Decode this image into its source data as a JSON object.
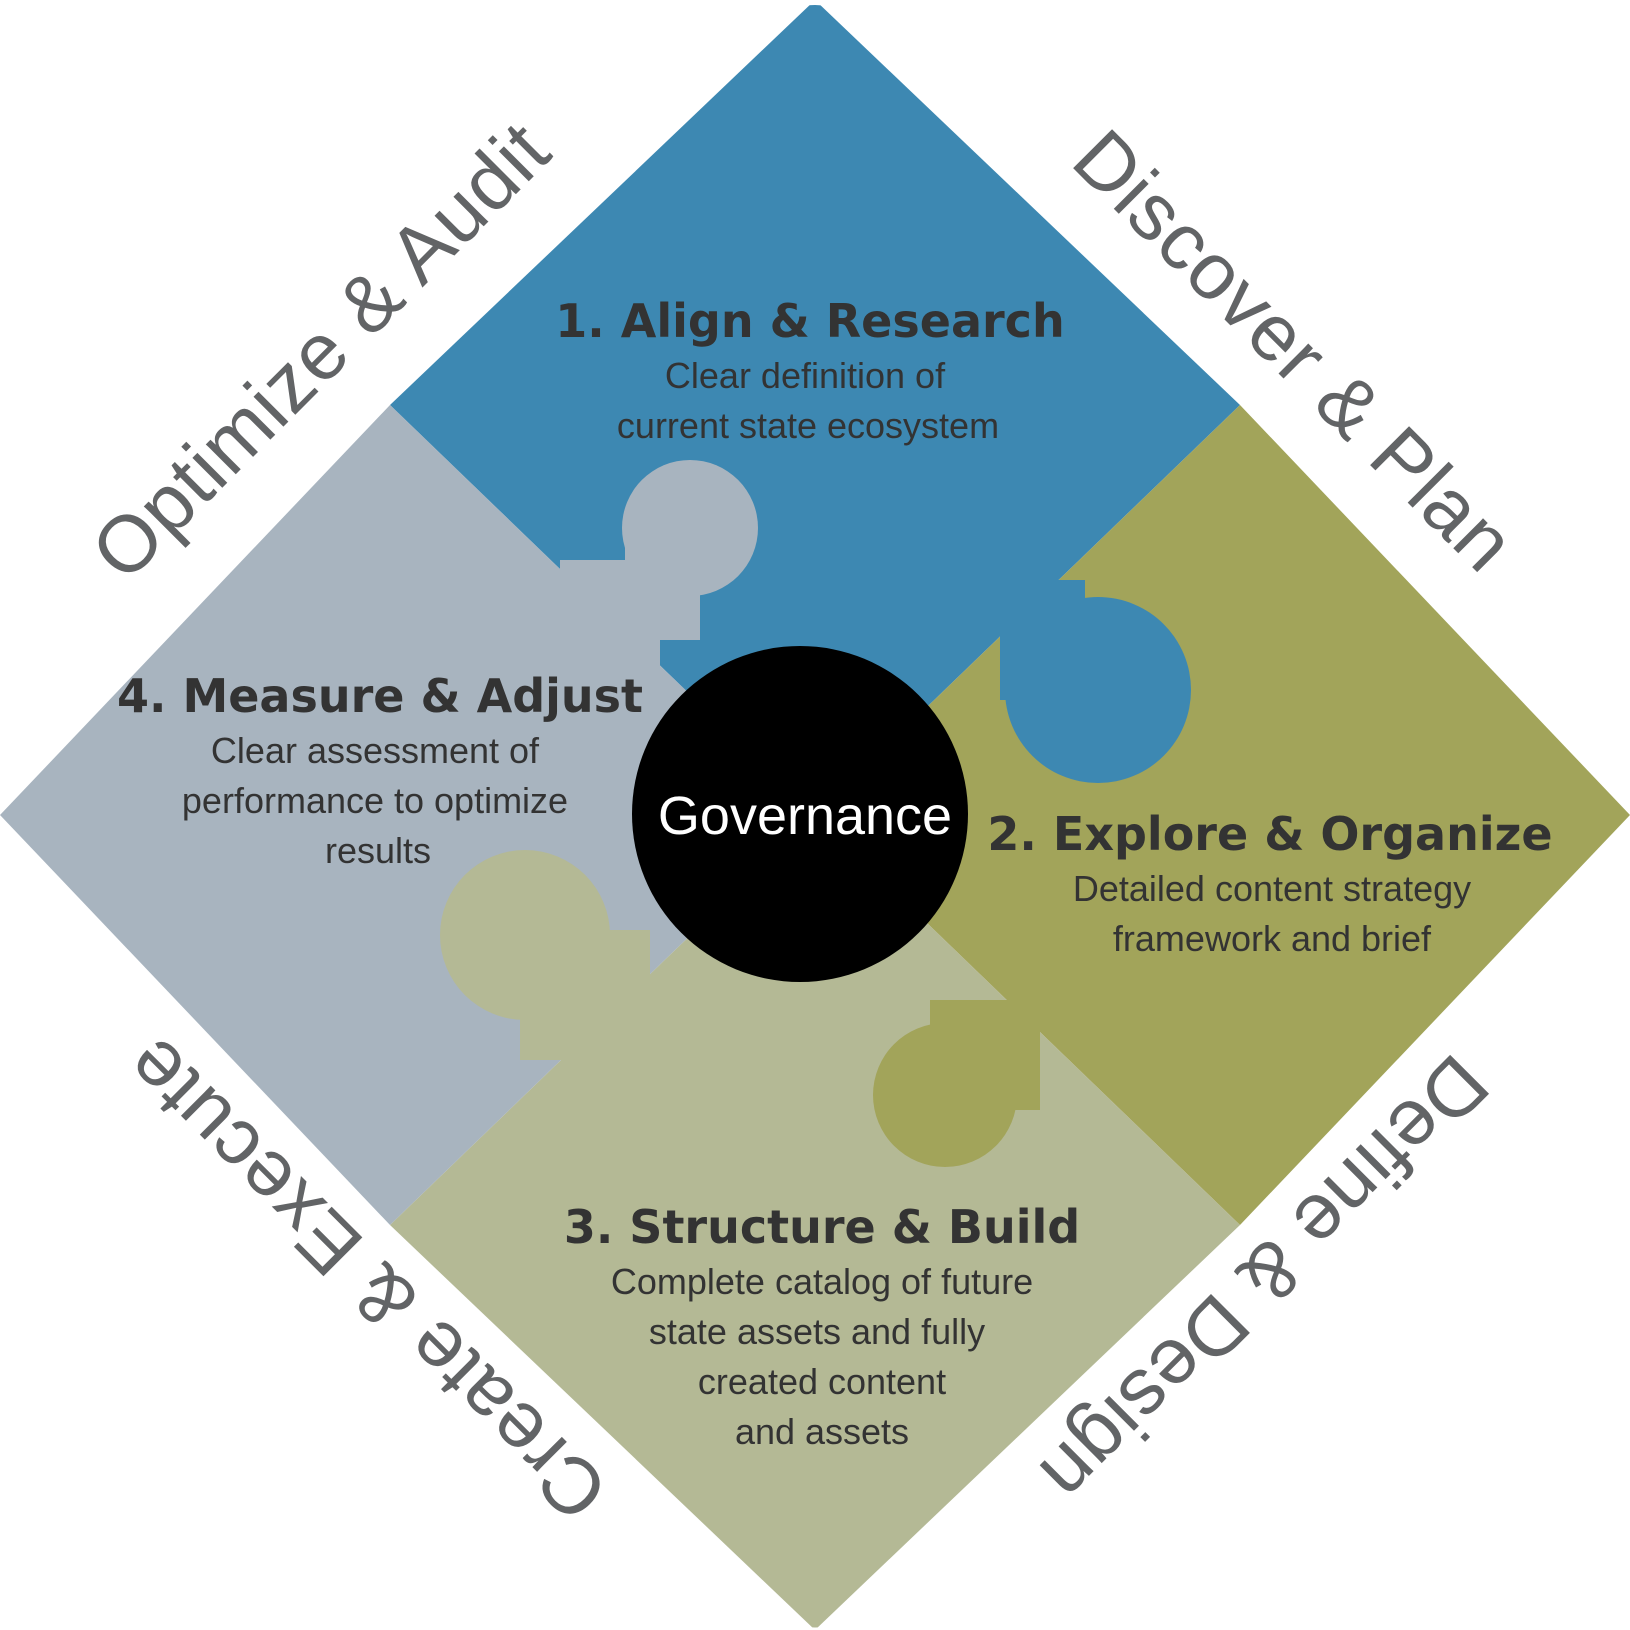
{
  "phases": [
    {
      "title": "1. Align & Research",
      "desc": [
        "Clear definition of",
        "current state ecosystem"
      ],
      "color": "#3d88b2"
    },
    {
      "title": "2. Explore & Organize",
      "desc": [
        "Detailed content strategy",
        "framework and brief"
      ],
      "color": "#a2a45a"
    },
    {
      "title": "3. Structure & Build",
      "desc": [
        "Complete catalog of future",
        "state assets and fully",
        "created content",
        "and assets"
      ],
      "color": "#b4b995"
    },
    {
      "title": "4. Measure & Adjust",
      "desc": [
        "Clear assessment of",
        "performance to optimize",
        "results"
      ],
      "color": "#a8b4bf"
    }
  ],
  "stages": {
    "top_left": "Optimize & Audit",
    "top_right": "Discover & Plan",
    "bottom_right": "Define & Design",
    "bottom_left": "Create & Execute"
  },
  "hub": {
    "label": "Governance",
    "color": "#000000"
  },
  "label_color": "#626466"
}
